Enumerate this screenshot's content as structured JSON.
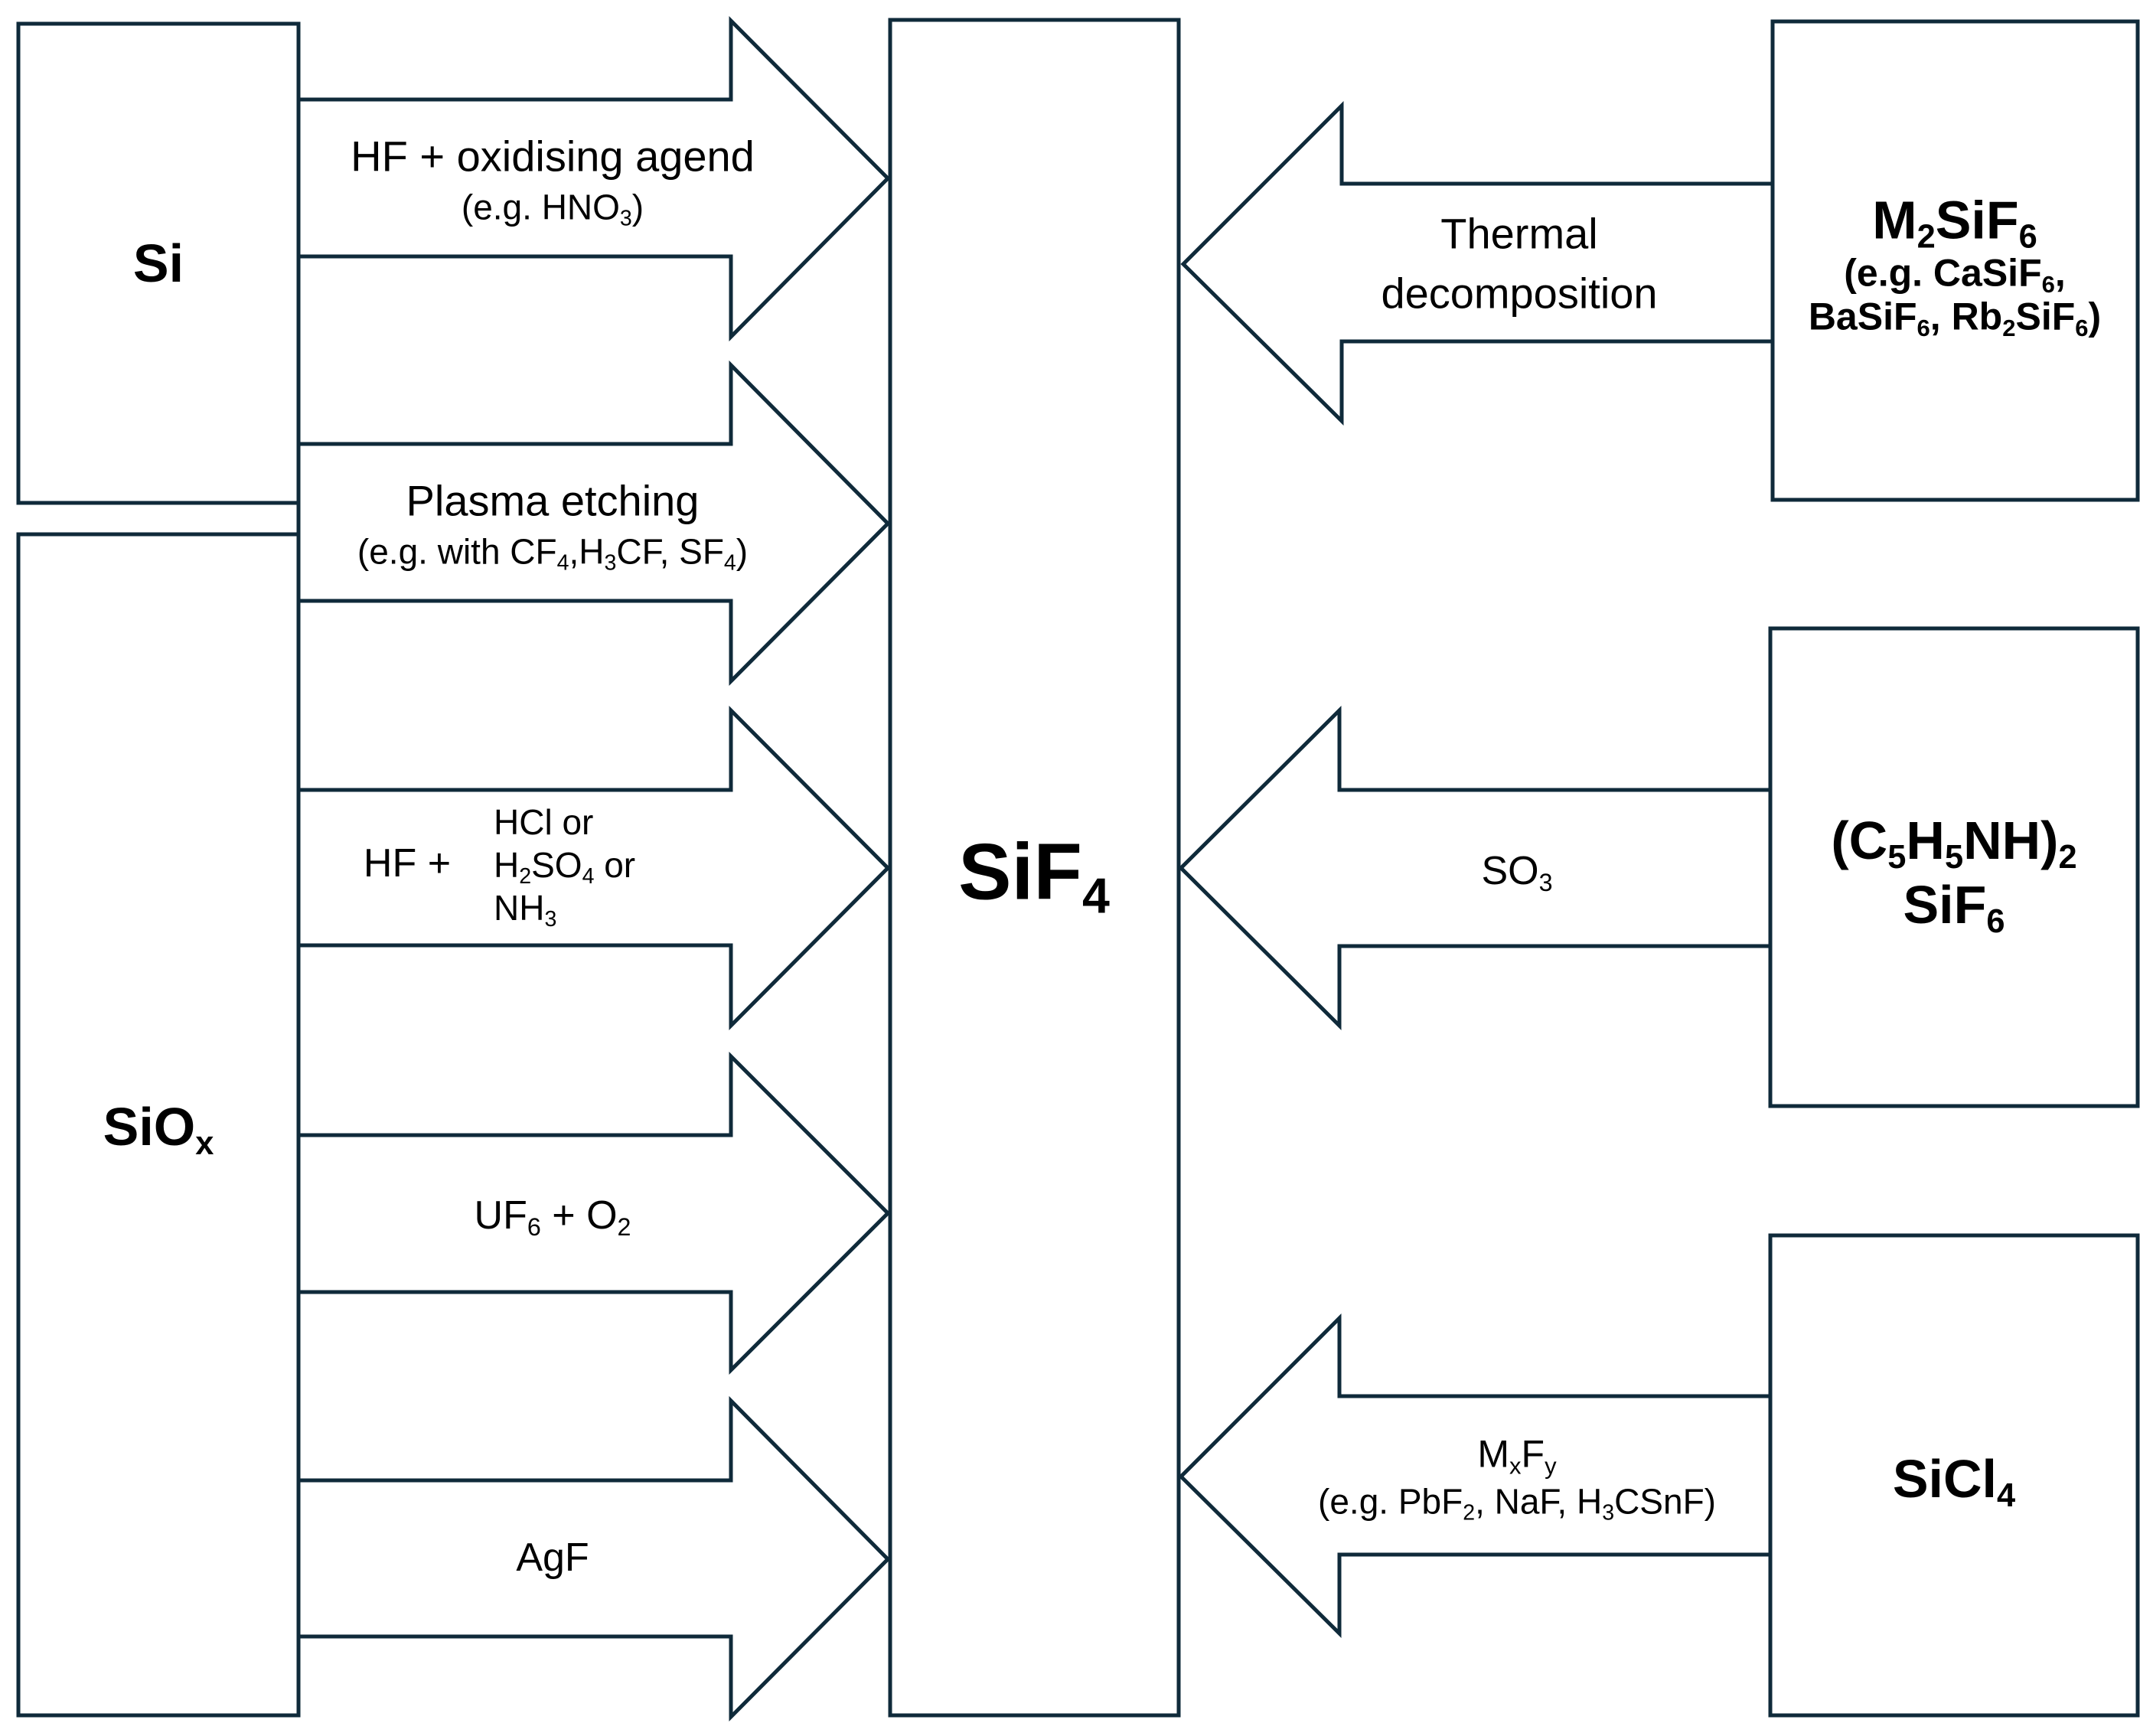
{
  "colors": {
    "stroke": "#0f2a3a",
    "fill": "#ffffff",
    "text": "#000000"
  },
  "boxes": {
    "si": {
      "label": "Si"
    },
    "siox": {
      "label": "SiO",
      "sub": "x"
    },
    "sif4": {
      "label": "SiF",
      "sub": "4"
    },
    "m2sif6": {
      "l1": {
        "a": "M",
        "b": "2",
        "c": "SiF",
        "d": "6"
      },
      "l2": {
        "a": "(e.g. CaSiF",
        "b": "6",
        "c": ","
      },
      "l3": {
        "a": "BaSiF",
        "b": "6",
        "c": ", Rb",
        "d": "2",
        "e": "SiF",
        "f": "6",
        "g": ")"
      }
    },
    "pyridinium": {
      "l1": {
        "a": "(C",
        "b": "5",
        "c": "H",
        "d": "5",
        "e": "NH)",
        "f": "2"
      },
      "l2": {
        "a": "SiF",
        "b": "6"
      }
    },
    "sicl4": {
      "label": "SiCl",
      "sub": "4"
    }
  },
  "arrows": {
    "hf_ox": {
      "l1": "HF + oxidising agend",
      "l2a": "(e.g. HNO",
      "l2b": "3",
      "l2c": ")"
    },
    "plasma": {
      "l1": "Plasma etching",
      "l2a": "(e.g. with CF",
      "l2b": "4",
      "l2c": ",H",
      "l2d": "3",
      "l2e": "CF, SF",
      "l2f": "4",
      "l2g": ")"
    },
    "hf_acid": {
      "prefix": "HF +",
      "r1": "HCl or",
      "r2a": "H",
      "r2b": "2",
      "r2c": "SO",
      "r2d": "4",
      "r2e": " or",
      "r3a": "NH",
      "r3b": "3"
    },
    "uf6": {
      "a": "UF",
      "b": "6",
      "c": " + O",
      "d": "2"
    },
    "agf": {
      "label": "AgF"
    },
    "thermal": {
      "l1": "Thermal",
      "l2": "decomposition"
    },
    "so3": {
      "a": "SO",
      "b": "3"
    },
    "mxfy": {
      "l1a": "M",
      "l1b": "x",
      "l1c": "F",
      "l1d": "y",
      "l2a": "(e.g. PbF",
      "l2b": "2",
      "l2c": ", NaF, H",
      "l2d": "3",
      "l2e": "CSnF)"
    }
  }
}
